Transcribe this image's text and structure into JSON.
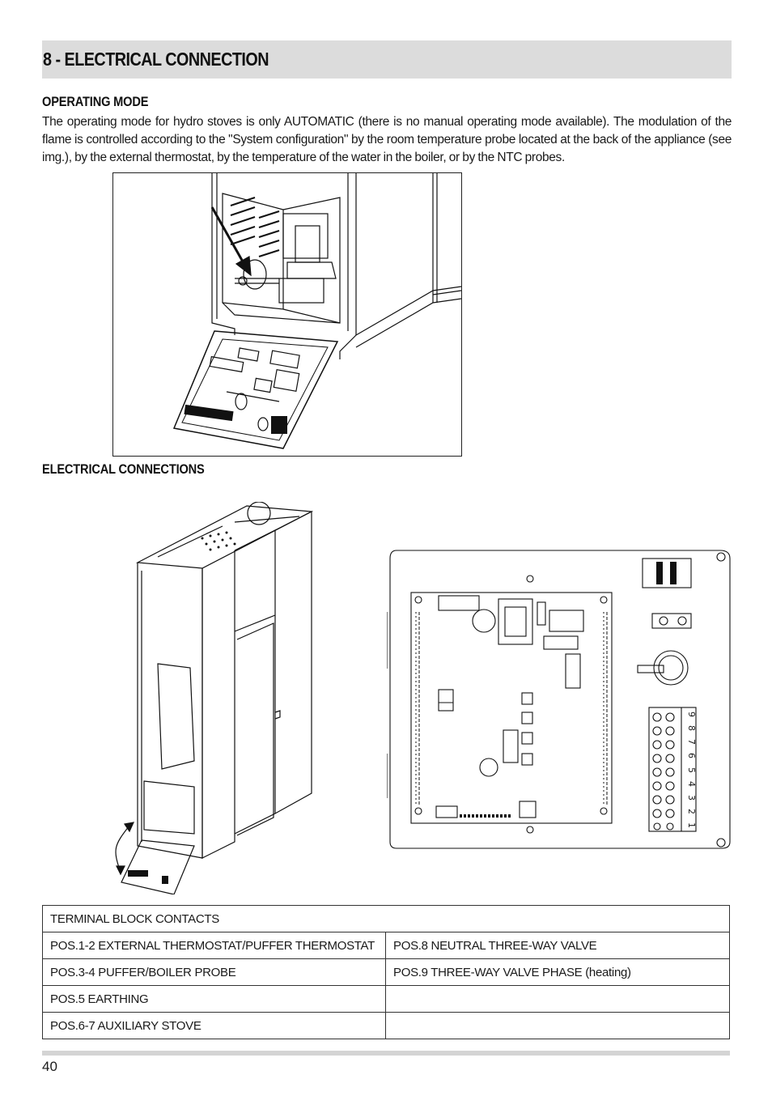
{
  "section": {
    "title": "8 - ELECTRICAL CONNECTION"
  },
  "operating_mode": {
    "heading": "OPERATING MODE",
    "text": "The operating mode for hydro stoves is only AUTOMATIC (there is no manual operating mode available). The modulation of the flame is controlled according to the \"System configuration\" by the room temperature probe located at the back of the appliance (see img.), by the external thermostat, by the temperature of the water in the boiler, or by the NTC probes."
  },
  "electrical_connections": {
    "heading": "ELECTRICAL CONNECTIONS"
  },
  "terminal_strip": {
    "numbers": [
      "9",
      "8",
      "7",
      "6",
      "5",
      "4",
      "3",
      "2",
      "1"
    ]
  },
  "table": {
    "header": "TERMINAL BLOCK CONTACTS",
    "rows": [
      [
        "POS.1-2 EXTERNAL THERMOSTAT/PUFFER THERMOSTAT",
        "POS.8 NEUTRAL THREE-WAY VALVE"
      ],
      [
        "POS.3-4 PUFFER/BOILER PROBE",
        "POS.9 THREE-WAY VALVE PHASE (heating)"
      ],
      [
        "POS.5 EARTHING",
        ""
      ],
      [
        "POS.6-7 AUXILIARY STOVE",
        ""
      ]
    ]
  },
  "footer": {
    "page_number": "40"
  }
}
